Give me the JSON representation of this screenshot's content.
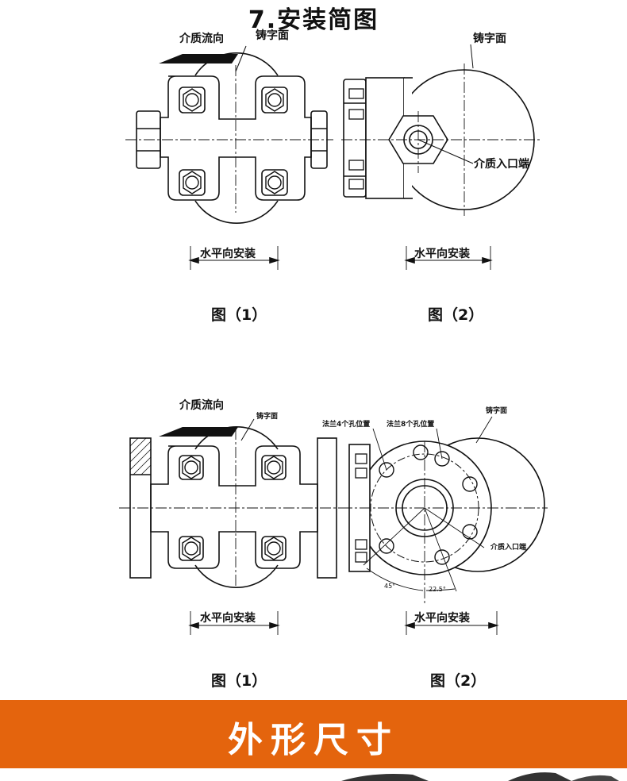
{
  "page_title": "7.安装简图",
  "top_section": {
    "fig1": {
      "flow_label": "介质流向",
      "cast_face_label": "铸字面",
      "install_label": "水平向安装",
      "caption": "图（1）"
    },
    "fig2": {
      "cast_face_label": "铸字面",
      "inlet_label": "介质入口端",
      "install_label": "水平向安装",
      "caption": "图（2）"
    }
  },
  "bottom_section": {
    "fig1": {
      "flow_label": "介质流向",
      "cast_face_label": "铸字面",
      "install_label": "水平向安装",
      "caption": "图（1）"
    },
    "fig2": {
      "flange4_label": "法兰4个孔位置",
      "flange8_label": "法兰8个孔位置",
      "cast_face_label": "铸字面",
      "inlet_label": "介质入口端",
      "angle_45": "45°",
      "angle_22": "22.5°",
      "install_label": "水平向安装",
      "caption": "图（2）"
    }
  },
  "banner": {
    "title": "外形尺寸",
    "color": "#e4640d"
  }
}
